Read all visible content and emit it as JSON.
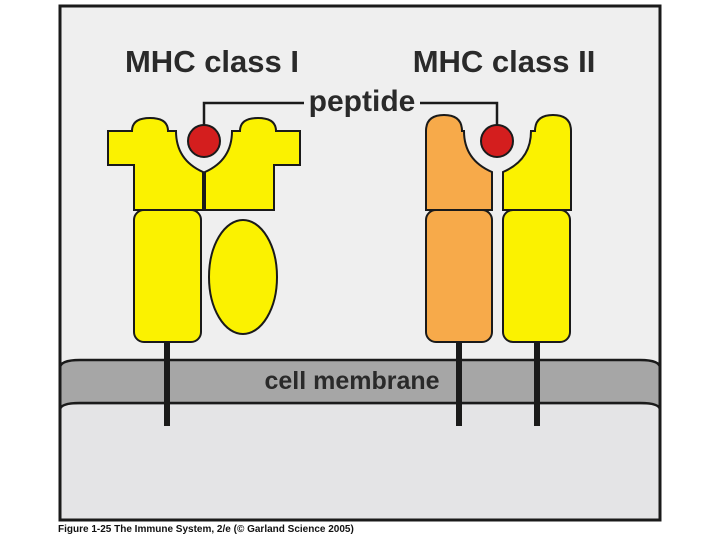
{
  "labels": {
    "mhc_class_1": "MHC class I",
    "mhc_class_2": "MHC class II",
    "peptide": "peptide",
    "cell_membrane": "cell membrane"
  },
  "caption": "Figure 1-25 The Immune System, 2/e (© Garland Science 2005)",
  "colors": {
    "background": "#efefef",
    "frame": "#1a1a1a",
    "membrane_band": "#a6a6a6",
    "cell_interior": "#e4e4e6",
    "yellow_chain": "#fbf200",
    "orange_chain": "#f7aa4a",
    "peptide": "#d41e1e"
  }
}
